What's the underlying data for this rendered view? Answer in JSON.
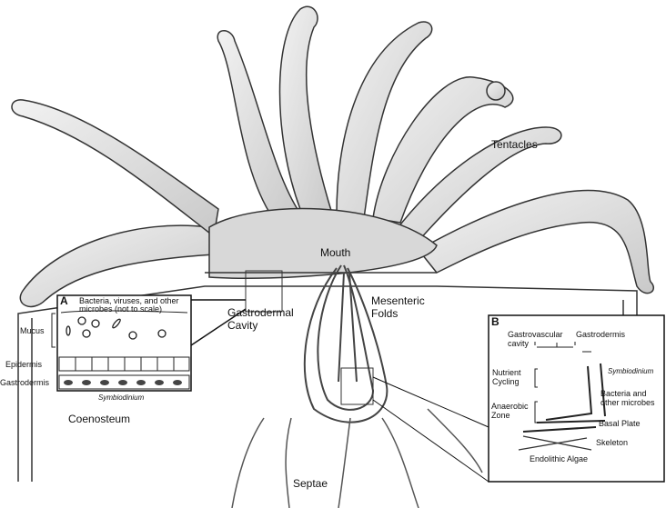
{
  "labels": {
    "tentacles": "Tentacles",
    "mouth": "Mouth",
    "mesenteric_folds_1": "Mesenteric",
    "mesenteric_folds_2": "Folds",
    "gastrodermal_cavity_1": "Gastrodermal",
    "gastrodermal_cavity_2": "Cavity",
    "coenosteum": "Coenosteum",
    "septae": "Septae"
  },
  "inset_a": {
    "letter": "A",
    "microbes_1": "Bacteria, viruses, and other",
    "microbes_2": "microbes (not to scale)",
    "mucus": "Mucus",
    "epidermis": "Epidermis",
    "gastrodermis": "Gastrodermis",
    "symbiodinium": "Symbiodinium"
  },
  "inset_b": {
    "letter": "B",
    "gastrovascular_1": "Gastrovascular",
    "gastrovascular_2": "cavity",
    "gastrodermis": "Gastrodermis",
    "nutrient_1": "Nutrient",
    "nutrient_2": "Cycling",
    "anaerobic_1": "Anaerobic",
    "anaerobic_2": "Zone",
    "symbiodinium": "Symbiodinium",
    "bacteria_1": "Bacteria and",
    "bacteria_2": "other microbes",
    "basal_plate": "Basal Plate",
    "skeleton": "Skeleton",
    "endolithic_algae": "Endolithic Algae"
  }
}
